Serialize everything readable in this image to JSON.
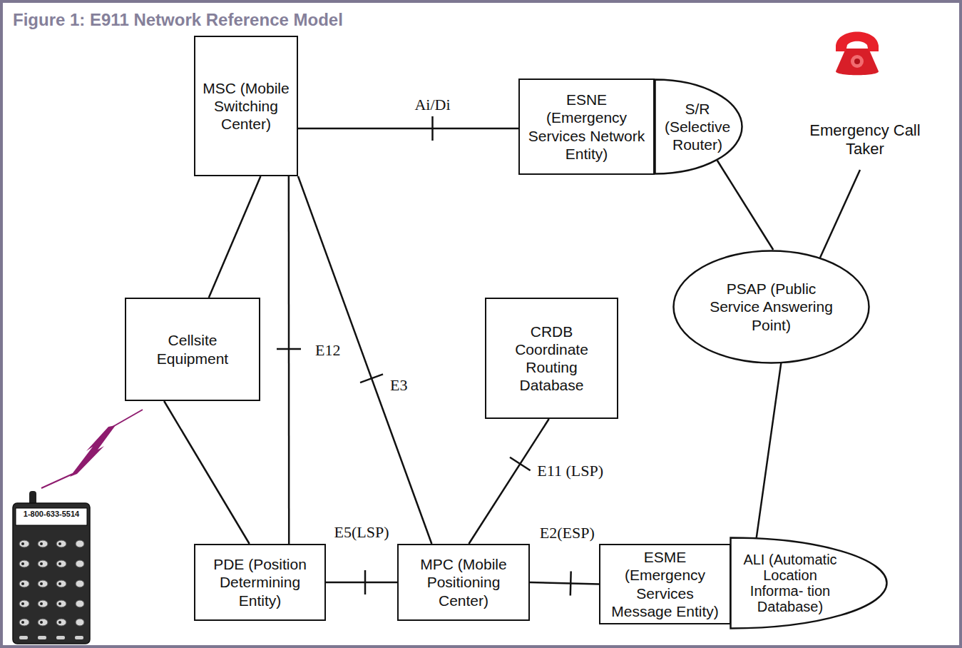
{
  "diagram": {
    "title": "Figure 1: E911 Network Reference Model",
    "nodes": [
      {
        "text": [
          "MSC (Mobile Switching Center)"
        ]
      },
      {
        "text": [
          "ESNE (Emergency Services Network Entity)"
        ]
      },
      {
        "text": [
          "S/R (Selective Router)"
        ]
      },
      {
        "text": [
          "PSAP (Public Service Answering Point)"
        ]
      },
      {
        "text": [
          "Cellsite Equipment"
        ]
      },
      {
        "text": [
          "CRDB Coordinate Routing Database"
        ]
      },
      {
        "text": [
          "PDE (Position Determining Entity)"
        ]
      },
      {
        "text": [
          "MPC (Mobile Positioning Center)"
        ]
      },
      {
        "text": [
          "ESME (Emergency Services Message Entity)"
        ]
      },
      {
        "text": [
          "ALI (Automatic Location Informa- tion Database)"
        ]
      }
    ],
    "edges": [
      {
        "from": 0,
        "to": 1,
        "arrow": "none",
        "label": "Ai/Di"
      },
      {
        "from": 2,
        "to": 3,
        "arrow": "none"
      },
      {
        "from": 0,
        "to": 4,
        "arrow": "none"
      },
      {
        "from": 0,
        "to": 6,
        "arrow": "none",
        "label": "E12"
      },
      {
        "from": 0,
        "to": 7,
        "arrow": "none",
        "label": "E3"
      },
      {
        "from": 4,
        "to": 6,
        "arrow": "none"
      },
      {
        "from": 5,
        "to": 7,
        "arrow": "none",
        "label": "E11 (LSP)"
      },
      {
        "from": 6,
        "to": 7,
        "arrow": "none",
        "label": "E5(LSP)"
      },
      {
        "from": 7,
        "to": 8,
        "arrow": "none",
        "label": "E2(ESP)"
      },
      {
        "from": 3,
        "to": 9,
        "arrow": "none"
      }
    ],
    "labels": [
      "Emergency Call Taker",
      "1-800-633-5514"
    ]
  }
}
